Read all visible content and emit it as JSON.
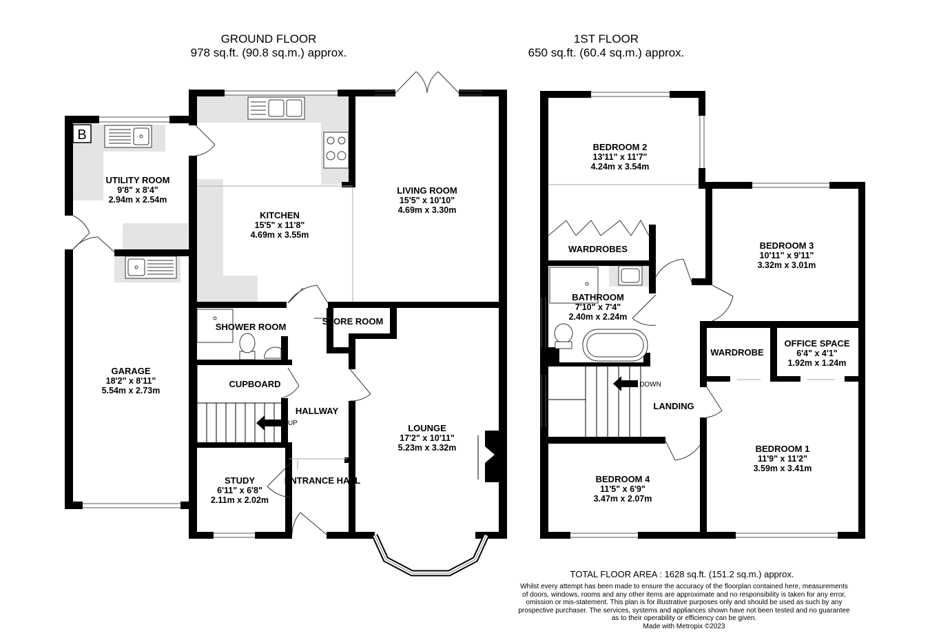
{
  "ground_floor": {
    "title": "GROUND FLOOR",
    "area": "978 sq.ft. (90.8 sq.m.) approx."
  },
  "first_floor": {
    "title": "1ST FLOOR",
    "area": "650 sq.ft. (60.4 sq.m.) approx."
  },
  "boiler_icon_label": "B",
  "rooms": {
    "utility": {
      "name": "UTILITY ROOM",
      "imperial": "9'8\"  x 8'4\"",
      "metric": "2.94m  x 2.54m"
    },
    "kitchen": {
      "name": "KITCHEN",
      "imperial": "15'5\"  x 11'8\"",
      "metric": "4.69m  x 3.55m"
    },
    "living": {
      "name": "LIVING ROOM",
      "imperial": "15'5\"  x 10'10\"",
      "metric": "4.69m  x 3.30m"
    },
    "garage": {
      "name": "GARAGE",
      "imperial": "18'2\"  x 8'11\"",
      "metric": "5.54m  x 2.73m"
    },
    "shower": {
      "name": "SHOWER ROOM"
    },
    "store": {
      "name": "STORE ROOM"
    },
    "cupboard": {
      "name": "CUPBOARD"
    },
    "hallway": {
      "name": "HALLWAY",
      "stair_label": "UP"
    },
    "lounge": {
      "name": "LOUNGE",
      "imperial": "17'2\"  x 10'11\"",
      "metric": "5.23m  x 3.32m"
    },
    "study": {
      "name": "STUDY",
      "imperial": "6'11\"  x 6'8\"",
      "metric": "2.11m  x 2.02m"
    },
    "entrance": {
      "name": "ENTRANCE HALL"
    },
    "bed2": {
      "name": "BEDROOM 2",
      "imperial": "13'11\"  x 11'7\"",
      "metric": "4.24m  x 3.54m"
    },
    "wardrobes": {
      "name": "WARDROBES"
    },
    "bathroom": {
      "name": "BATHROOM",
      "imperial": "7'10\"  x 7'4\"",
      "metric": "2.40m  x 2.24m"
    },
    "bed3": {
      "name": "BEDROOM 3",
      "imperial": "10'11\"  x 9'11\"",
      "metric": "3.32m  x 3.01m"
    },
    "wardrobe": {
      "name": "WARDROBE"
    },
    "office": {
      "name": "OFFICE SPACE",
      "imperial": "6'4\"  x 4'1\"",
      "metric": "1.92m  x 1.24m"
    },
    "landing": {
      "name": "LANDING",
      "stair_label": "DOWN"
    },
    "bed1": {
      "name": "BEDROOM 1",
      "imperial": "11'9\"  x 11'2\"",
      "metric": "3.59m  x 3.41m"
    },
    "bed4": {
      "name": "BEDROOM 4",
      "imperial": "11'5\"  x 6'9\"",
      "metric": "3.47m  x 2.07m"
    }
  },
  "total_area": "TOTAL FLOOR AREA : 1628 sq.ft. (151.2 sq.m.) approx.",
  "disclaimer": [
    "Whilst every attempt has been made to ensure the accuracy of the floorplan contained here, measurements",
    "of doors, windows, rooms and any other items are approximate and no responsibility is taken for any error,",
    "omission or mis-statement. This plan is for illustrative purposes only and should be used as such by any",
    "prospective purchaser. The services, systems and appliances shown have not been tested and no guarantee",
    "as to their operability or efficiency can be given.",
    "Made with Metropix ©2023"
  ]
}
